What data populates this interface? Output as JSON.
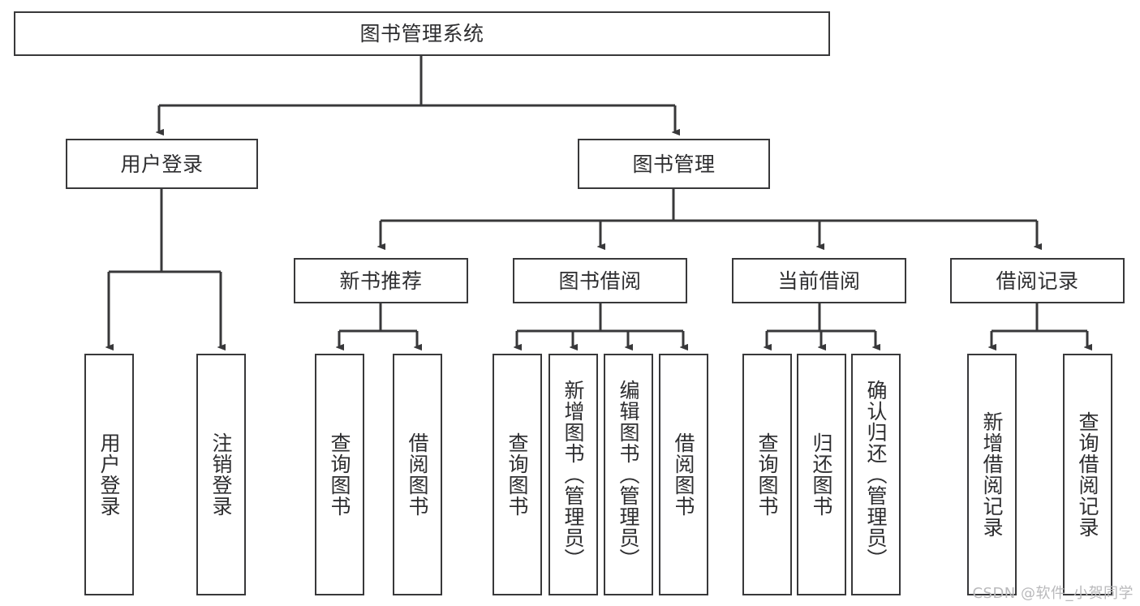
{
  "diagram": {
    "title": "图书管理系统",
    "type": "tree-structure-chart",
    "stroke_color": "#38383a",
    "text_color": "#2e2e30",
    "background": "#ffffff"
  },
  "nodes": {
    "root": {
      "label": "图书管理系统"
    },
    "level2": [
      {
        "label": "用户登录"
      },
      {
        "label": "图书管理"
      }
    ],
    "level3": [
      {
        "label": "新书推荐"
      },
      {
        "label": "图书借阅"
      },
      {
        "label": "当前借阅"
      },
      {
        "label": "借阅记录"
      }
    ],
    "leaves_user_login": [
      {
        "label": "用户登录"
      },
      {
        "label": "注销登录"
      }
    ],
    "leaves_new_book": [
      {
        "label": "查询图书"
      },
      {
        "label": "借阅图书"
      }
    ],
    "leaves_borrow": [
      {
        "label": "查询图书"
      },
      {
        "label": "新增图书（管理员）"
      },
      {
        "label": "编辑图书（管理员）"
      },
      {
        "label": "借阅图书"
      }
    ],
    "leaves_current": [
      {
        "label": "查询图书"
      },
      {
        "label": "归还图书"
      },
      {
        "label": "确认归还（管理员）"
      }
    ],
    "leaves_record": [
      {
        "label": "新增借阅记录"
      },
      {
        "label": "查询借阅记录"
      }
    ]
  },
  "watermark": {
    "text": "CSDN @软件_小贺同学"
  }
}
